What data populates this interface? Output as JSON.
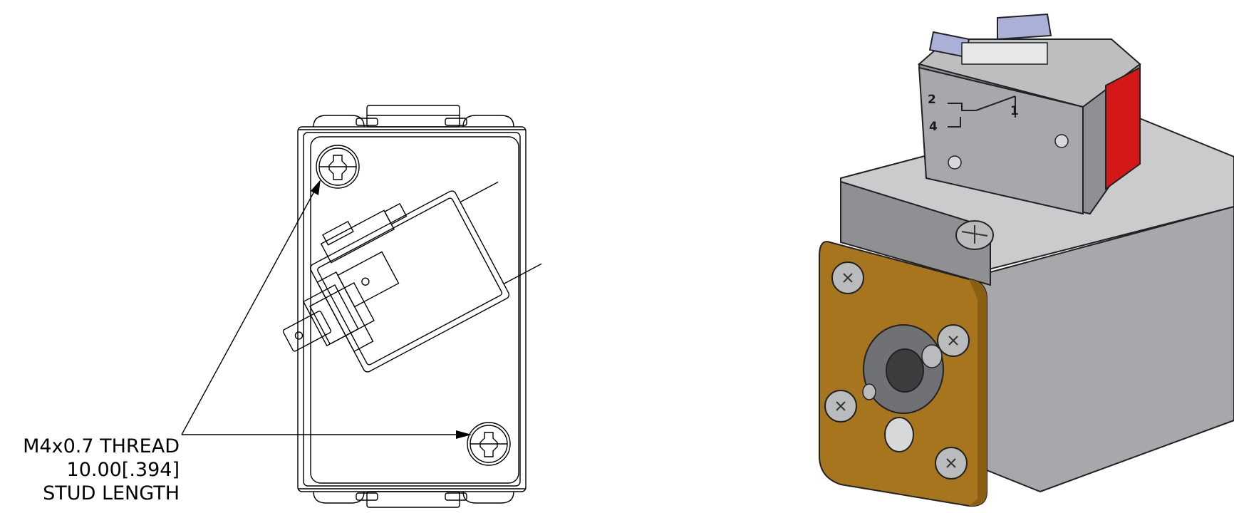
{
  "callout": {
    "line1": "M4x0.7 THREAD",
    "line2": "10.00[.394]",
    "line3": "STUD LENGTH"
  },
  "switch_terminals": {
    "t2": "2",
    "t1": "1",
    "t4": "4"
  },
  "colors": {
    "line": "#000000",
    "body_grey": "#a6a8ab",
    "body_dark": "#6f7174",
    "flange_bronze": "#a8751f",
    "button_red": "#d41818",
    "terminal_lilac": "#aab0d8"
  }
}
